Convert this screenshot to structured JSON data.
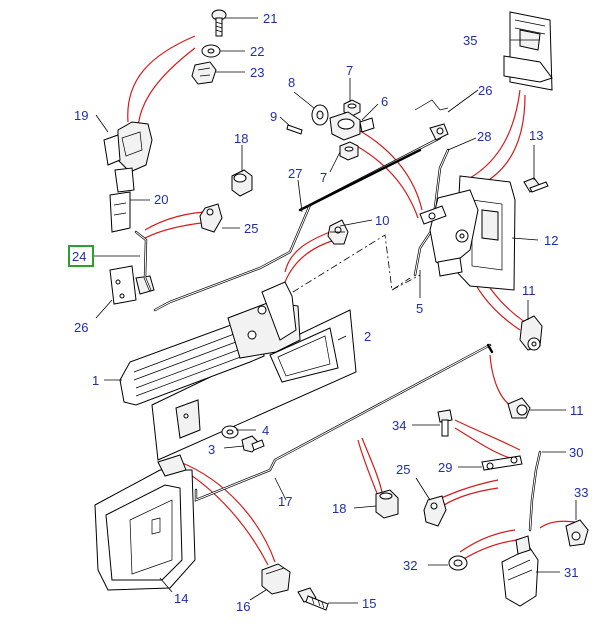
{
  "diagram": {
    "highlighted_callout": "24",
    "callouts": [
      {
        "id": "c1",
        "label": "1"
      },
      {
        "id": "c2",
        "label": "2"
      },
      {
        "id": "c3",
        "label": "3"
      },
      {
        "id": "c4",
        "label": "4"
      },
      {
        "id": "c5",
        "label": "5"
      },
      {
        "id": "c6",
        "label": "6"
      },
      {
        "id": "c7a",
        "label": "7"
      },
      {
        "id": "c7b",
        "label": "7"
      },
      {
        "id": "c8",
        "label": "8"
      },
      {
        "id": "c9",
        "label": "9"
      },
      {
        "id": "c10",
        "label": "10"
      },
      {
        "id": "c11a",
        "label": "11"
      },
      {
        "id": "c11b",
        "label": "11"
      },
      {
        "id": "c12",
        "label": "12"
      },
      {
        "id": "c13",
        "label": "13"
      },
      {
        "id": "c14",
        "label": "14"
      },
      {
        "id": "c15",
        "label": "15"
      },
      {
        "id": "c16",
        "label": "16"
      },
      {
        "id": "c17",
        "label": "17"
      },
      {
        "id": "c18a",
        "label": "18"
      },
      {
        "id": "c18b",
        "label": "18"
      },
      {
        "id": "c19",
        "label": "19"
      },
      {
        "id": "c20",
        "label": "20"
      },
      {
        "id": "c21",
        "label": "21"
      },
      {
        "id": "c22",
        "label": "22"
      },
      {
        "id": "c23",
        "label": "23"
      },
      {
        "id": "c24",
        "label": "24"
      },
      {
        "id": "c25a",
        "label": "25"
      },
      {
        "id": "c25b",
        "label": "25"
      },
      {
        "id": "c26a",
        "label": "26"
      },
      {
        "id": "c26b",
        "label": "26"
      },
      {
        "id": "c27",
        "label": "27"
      },
      {
        "id": "c28",
        "label": "28"
      },
      {
        "id": "c29",
        "label": "29"
      },
      {
        "id": "c30",
        "label": "30"
      },
      {
        "id": "c31",
        "label": "31"
      },
      {
        "id": "c32",
        "label": "32"
      },
      {
        "id": "c33",
        "label": "33"
      },
      {
        "id": "c34",
        "label": "34"
      },
      {
        "id": "c35",
        "label": "35"
      }
    ]
  },
  "colors": {
    "callout_text": "#1f2fa8",
    "link_lines": "#d41c1c",
    "highlight_box": "#2ca02c",
    "line_art": "#000000"
  }
}
